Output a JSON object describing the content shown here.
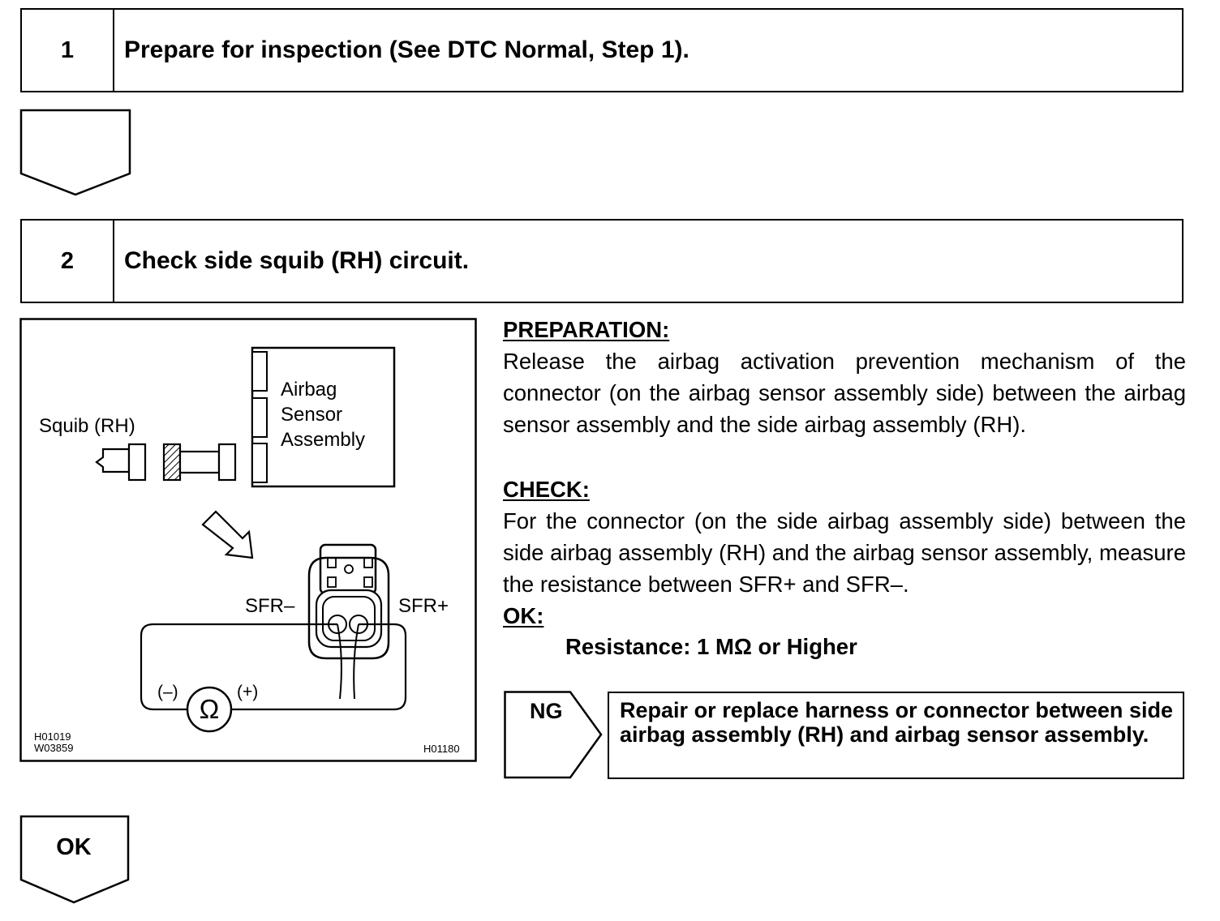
{
  "steps": [
    {
      "number": "1",
      "title": "Prepare for inspection (See DTC Normal, Step 1)."
    },
    {
      "number": "2",
      "title": "Check side squib (RH) circuit."
    }
  ],
  "figure": {
    "squib_label": "Squib (RH)",
    "assembly_label_line1": "Airbag",
    "assembly_label_line2": "Sensor",
    "assembly_label_line3": "Assembly",
    "terminal_minus": "SFR–",
    "terminal_plus": "SFR+",
    "meter_minus": "(–)",
    "meter_plus": "(+)",
    "meter_symbol": "Ω",
    "code_left_1": "H01019",
    "code_left_2": "W03859",
    "code_right": "H01180"
  },
  "preparation": {
    "heading": "PREPARATION:",
    "text": "Release the airbag activation prevention mechanism of the connector (on the airbag sensor assembly side) between the airbag sensor assembly and the side airbag assembly (RH)."
  },
  "check": {
    "heading": "CHECK:",
    "text": "For the connector (on the side airbag assembly side) between the side airbag assembly (RH) and the airbag sensor assembly, measure the resistance between SFR+ and SFR–."
  },
  "ok_spec": {
    "heading": "OK:",
    "text": "Resistance: 1 MΩ or Higher"
  },
  "ng": {
    "label": "NG",
    "action": "Repair or replace harness or connector between side airbag assembly (RH) and airbag sensor assembly."
  },
  "ok_arrow": {
    "label": "OK"
  }
}
